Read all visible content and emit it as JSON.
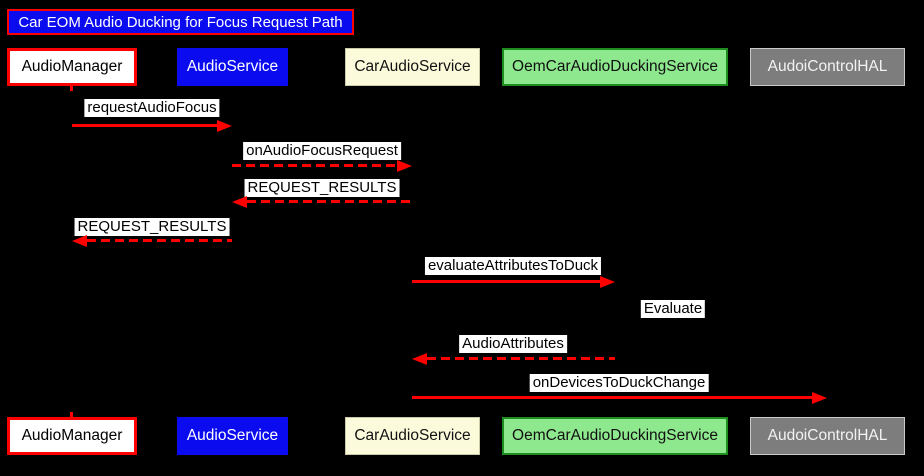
{
  "diagram": {
    "title": "Car EOM Audio Ducking for Focus Request Path",
    "participants": [
      {
        "name": "AudioManager"
      },
      {
        "name": "AudioService"
      },
      {
        "name": "CarAudioService"
      },
      {
        "name": "OemCarAudioDuckingService"
      },
      {
        "name": "AudoiControlHAL"
      }
    ],
    "messages": [
      {
        "text": "requestAudioFocus",
        "from": "AudioManager",
        "to": "AudioService",
        "line": "solid",
        "direction": "right"
      },
      {
        "text": "onAudioFocusRequest",
        "from": "AudioService",
        "to": "CarAudioService",
        "line": "dashed",
        "direction": "right"
      },
      {
        "text": "REQUEST_RESULTS",
        "from": "CarAudioService",
        "to": "AudioService",
        "line": "dashed",
        "direction": "left"
      },
      {
        "text": "REQUEST_RESULTS",
        "from": "AudioService",
        "to": "AudioManager",
        "line": "dashed",
        "direction": "left"
      },
      {
        "text": "evaluateAttributesToDuck",
        "from": "CarAudioService",
        "to": "OemCarAudioDuckingService",
        "line": "solid",
        "direction": "right"
      },
      {
        "text": "Evaluate",
        "from": "OemCarAudioDuckingService",
        "to": "OemCarAudioDuckingService",
        "line": "hidden",
        "direction": "self"
      },
      {
        "text": "AudioAttributes",
        "from": "OemCarAudioDuckingService",
        "to": "CarAudioService",
        "line": "dashed",
        "direction": "left"
      },
      {
        "text": "onDevicesToDuckChange",
        "from": "CarAudioService",
        "to": "AudoiControlHAL",
        "line": "solid",
        "direction": "right"
      }
    ],
    "colors": {
      "background": "#000000",
      "arrow": "#fe0000",
      "message_label_bg": "#ffffff",
      "message_label_text": "#000000",
      "title_bg": "#0b0bf0",
      "title_border": "#fe0000",
      "title_text": "#ffffff",
      "audiomanager_fill": "#ffffff",
      "audiomanager_border": "#fe0000",
      "audioservice_fill": "#0b0bf0",
      "caraudioservice_fill": "#fbfbdc",
      "oemcaraudioduckingservice_fill": "#8ee88e",
      "oemcaraudioduckingservice_border": "#1e8c1e",
      "audoicontrolhal_fill": "#7d7d7d"
    }
  }
}
